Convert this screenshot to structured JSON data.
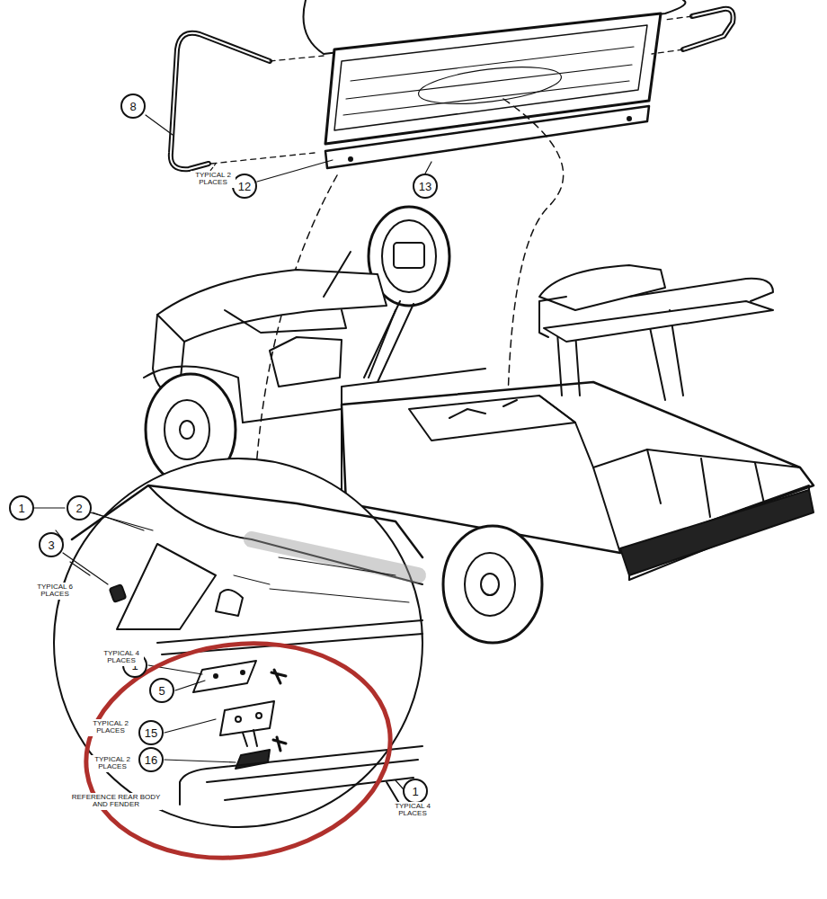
{
  "diagram": {
    "nodes": [
      {
        "text": [
          "8"
        ]
      },
      {
        "text": [
          "12"
        ]
      },
      {
        "text": [
          "13"
        ]
      },
      {
        "text": [
          "1"
        ]
      },
      {
        "text": [
          "2"
        ]
      },
      {
        "text": [
          "3"
        ]
      },
      {
        "text": [
          "1"
        ]
      },
      {
        "text": [
          "5"
        ]
      },
      {
        "text": [
          "15"
        ]
      },
      {
        "text": [
          "16"
        ]
      },
      {
        "text": [
          "1"
        ]
      }
    ],
    "labels": [
      "TYPICAL 2 PLACES",
      "TYPICAL 6 PLACES",
      "TYPICAL 4 PLACES",
      "TYPICAL 2 PLACES",
      "TYPICAL 2 PLACES",
      "REFERENCE REAR BODY AND FENDER",
      "TYPICAL 4 PLACES"
    ]
  }
}
